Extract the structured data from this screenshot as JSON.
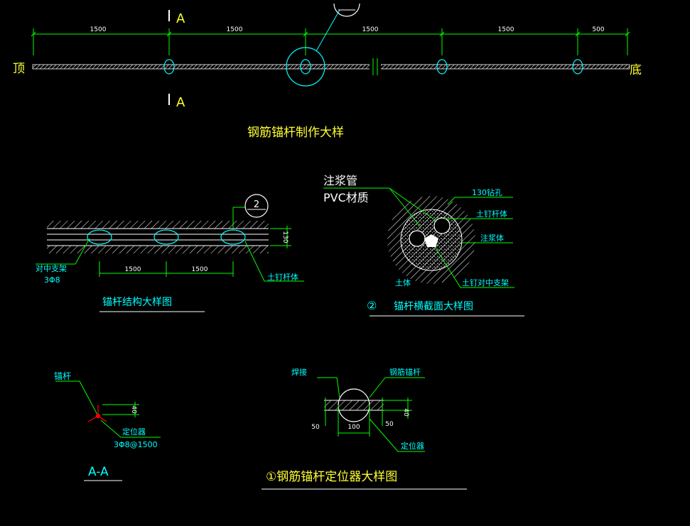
{
  "colors": {
    "background": "#000000",
    "cyan": "#00ffff",
    "yellow": "#ffff33",
    "green": "#00ff00",
    "white": "#ffffff",
    "red": "#ff0000",
    "gray": "#888888"
  },
  "top_detail": {
    "section_label_top": "A",
    "section_label_bottom": "A",
    "dimensions": [
      "1500",
      "1500",
      "1500",
      "1500",
      "500"
    ],
    "left_end": "顶",
    "right_end": "底",
    "title": "钢筋锚杆制作大样"
  },
  "structure_detail": {
    "callout_number": "2",
    "height_dim": "130",
    "dimensions": [
      "1500",
      "1500"
    ],
    "support_label": "对中支架",
    "support_spec": "3Φ8",
    "nail_label": "土钉杆体",
    "title": "锚杆结构大样图"
  },
  "cross_section": {
    "pipe_label": "注浆管",
    "pipe_material": "PVC材质",
    "hole_label": "130钻孔",
    "nail_label": "土钉杆体",
    "grout_label": "注浆体",
    "soil_label": "土体",
    "support_label": "土钉对中支架",
    "title_number": "②",
    "title": "锚杆横截面大样图"
  },
  "section_aa": {
    "anchor_label": "锚杆",
    "dim": "40",
    "locator_label": "定位器",
    "locator_spec": "3Φ8@1500",
    "title": "A-A"
  },
  "locator_detail": {
    "weld_label": "焊接",
    "rebar_label": "钢筋锚杆",
    "dim_left": "50",
    "dim_mid": "100",
    "dim_right": "50",
    "dim_height": "40",
    "locator_label": "定位器",
    "title": "①钢筋锚杆定位器大样图"
  }
}
